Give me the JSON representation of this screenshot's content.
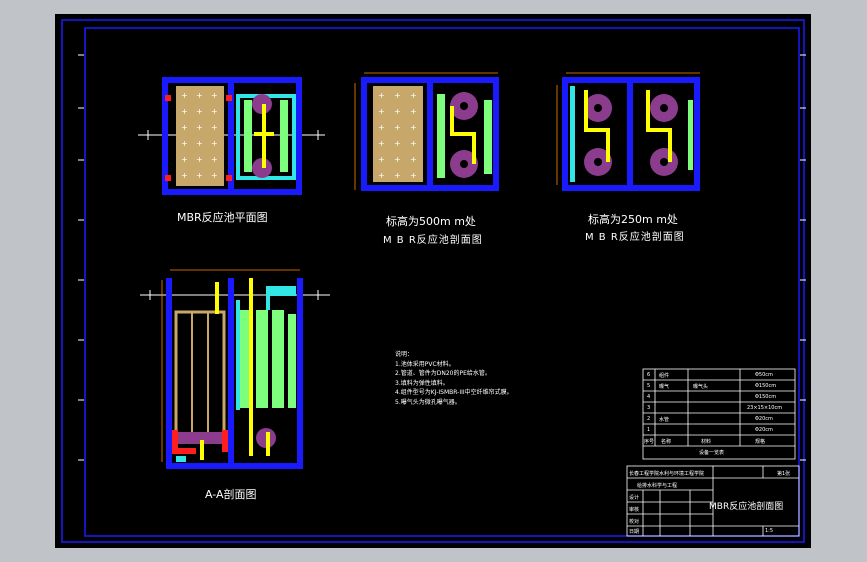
{
  "colors": {
    "background": "#000000",
    "frame": "#1a1aff",
    "wall": "#1a1aff",
    "membrane_tank": "#c8a76a",
    "module": "#7dff7d",
    "cyan": "#33e6e6",
    "purple": "#8c3c8c",
    "yellow": "#ffff00",
    "red": "#ff1e1e",
    "text": "#ffffff"
  },
  "views": {
    "plan": "MBR反应池平面图",
    "section500_line1": "标高为500m m处",
    "section500_line2": "M B R反应池剖面图",
    "section250_line1": "标高为250m m处",
    "section250_line2": "M B R反应池剖面图",
    "section_aa": "A-A剖面图"
  },
  "notes": {
    "title": "说明：",
    "items": [
      "1.池体采用PVC材料。",
      "2.管道、管件为DN20的PE给水管。",
      "3.填料为弹性填料。",
      "4.组件型号为KJ-ISMBR-III中空纤维帘式膜。",
      "5.曝气头为微孔曝气器。"
    ]
  },
  "parts_table": {
    "rows": [
      [
        "6",
        "组件",
        "",
        "Φ50cm"
      ],
      [
        "5",
        "曝气",
        "曝气头",
        "Φ150cm"
      ],
      [
        "4",
        "",
        "",
        "Φ150cm"
      ],
      [
        "3",
        "",
        "",
        "23×15×10cm"
      ],
      [
        "2",
        "水管",
        "",
        "Φ20cm"
      ],
      [
        "1",
        "",
        "",
        "Φ20cm"
      ]
    ],
    "header": [
      "序号",
      "名称",
      "材料",
      "规格"
    ],
    "caption": "设备一览表"
  },
  "title_block": {
    "school": "长春工程学院水利与环境工程学院",
    "project": "给排水科学与工程",
    "drawing_title": "MBR反应池剖面图",
    "rows": [
      "设计",
      "审核",
      "校对",
      "日期"
    ],
    "scale": "1:5",
    "sheet": "第1张"
  }
}
